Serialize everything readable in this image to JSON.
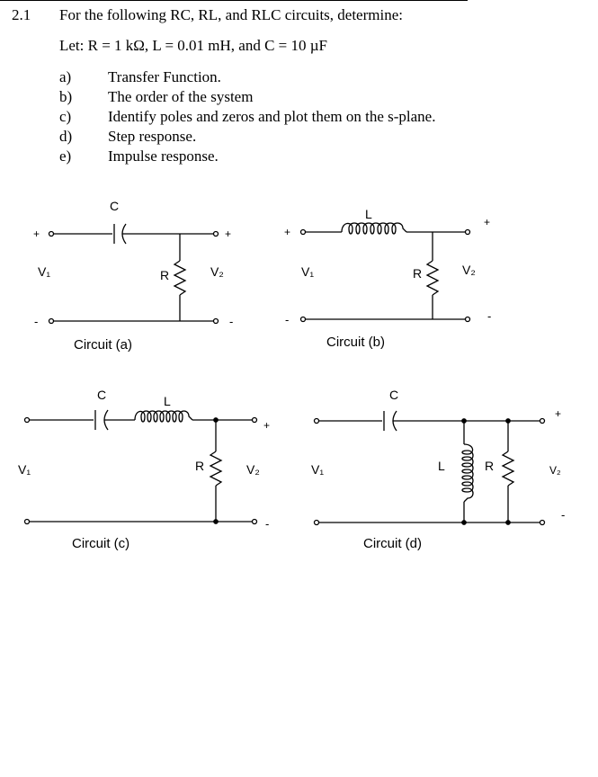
{
  "problem": {
    "number": "2.1",
    "title": "For the following RC, RL, and RLC circuits, determine:",
    "given": "Let: R = 1 kΩ, L = 0.01 mH, and C = 10 µF",
    "items": [
      {
        "letter": "a)",
        "text": "Transfer Function."
      },
      {
        "letter": "b)",
        "text": "The order of the system"
      },
      {
        "letter": "c)",
        "text": "Identify poles and zeros and plot them on the s-plane."
      },
      {
        "letter": "d)",
        "text": "Step response."
      },
      {
        "letter": "e)",
        "text": "Impulse response."
      }
    ]
  },
  "circuits": {
    "a": {
      "caption": "Circuit (a)",
      "c": "C",
      "r": "R",
      "vin": "V₁",
      "vout": "V₂",
      "plus": "+",
      "minus": "-"
    },
    "b": {
      "caption": "Circuit (b)",
      "l": "L",
      "r": "R",
      "vin": "V₁",
      "vout": "V₂",
      "plus": "+",
      "minus": "-"
    },
    "c": {
      "caption": "Circuit (c)",
      "c": "C",
      "l": "L",
      "r": "R",
      "vin": "V₁",
      "vout": "V₂",
      "plus": "+",
      "minus": "-"
    },
    "d": {
      "caption": "Circuit (d)",
      "c": "C",
      "l": "L",
      "r": "R",
      "vin": "V₁",
      "vout": "V₂",
      "plus": "+",
      "minus": "-"
    }
  }
}
